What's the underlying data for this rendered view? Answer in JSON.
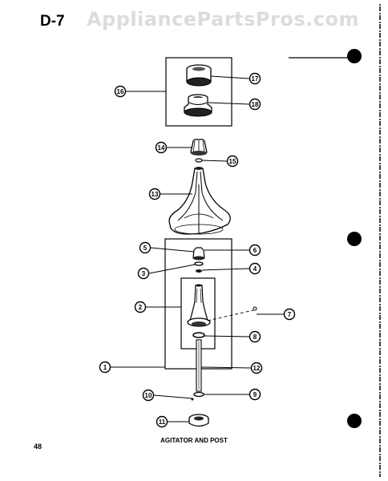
{
  "page_code": "D-7",
  "watermark": "AppliancePartsPros.com",
  "caption": "AGITATOR AND POST",
  "page_number": "48",
  "callouts": [
    "1",
    "2",
    "3",
    "4",
    "5",
    "6",
    "7",
    "8",
    "9",
    "10",
    "11",
    "12",
    "13",
    "14",
    "15",
    "16",
    "17",
    "18"
  ]
}
